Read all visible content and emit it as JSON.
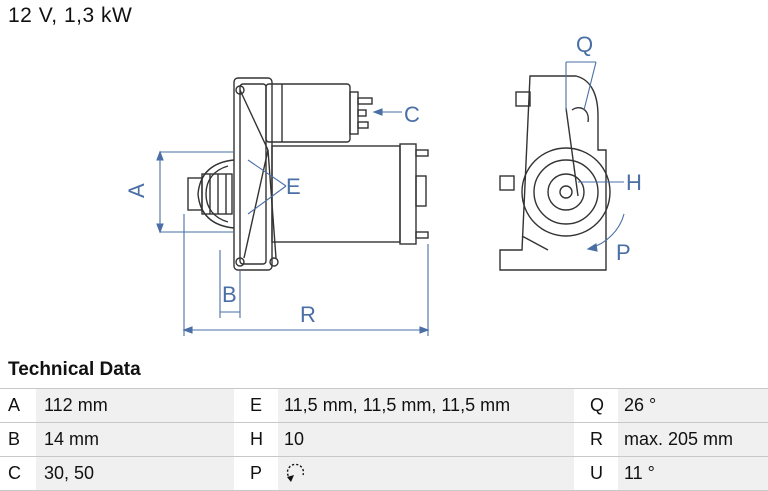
{
  "header": {
    "subtitle": "12 V, 1,3 kW"
  },
  "diagram": {
    "labels": {
      "A": "A",
      "B": "B",
      "C": "C",
      "E": "E",
      "H": "H",
      "P": "P",
      "Q": "Q",
      "R": "R"
    },
    "colors": {
      "line": "#333333",
      "dimension": "#4a6fa5"
    }
  },
  "technical_data": {
    "title": "Technical Data",
    "rows": [
      [
        {
          "key": "A",
          "value": "112 mm"
        },
        {
          "key": "E",
          "value": "11,5 mm, 11,5 mm, 11,5 mm"
        },
        {
          "key": "Q",
          "value": "26 °"
        }
      ],
      [
        {
          "key": "B",
          "value": "14 mm"
        },
        {
          "key": "H",
          "value": "10"
        },
        {
          "key": "R",
          "value": "max. 205 mm"
        }
      ],
      [
        {
          "key": "C",
          "value": "30, 50"
        },
        {
          "key": "P",
          "value": "",
          "icon": "clockwise-rotation-icon"
        },
        {
          "key": "U",
          "value": "11 °"
        }
      ]
    ]
  }
}
